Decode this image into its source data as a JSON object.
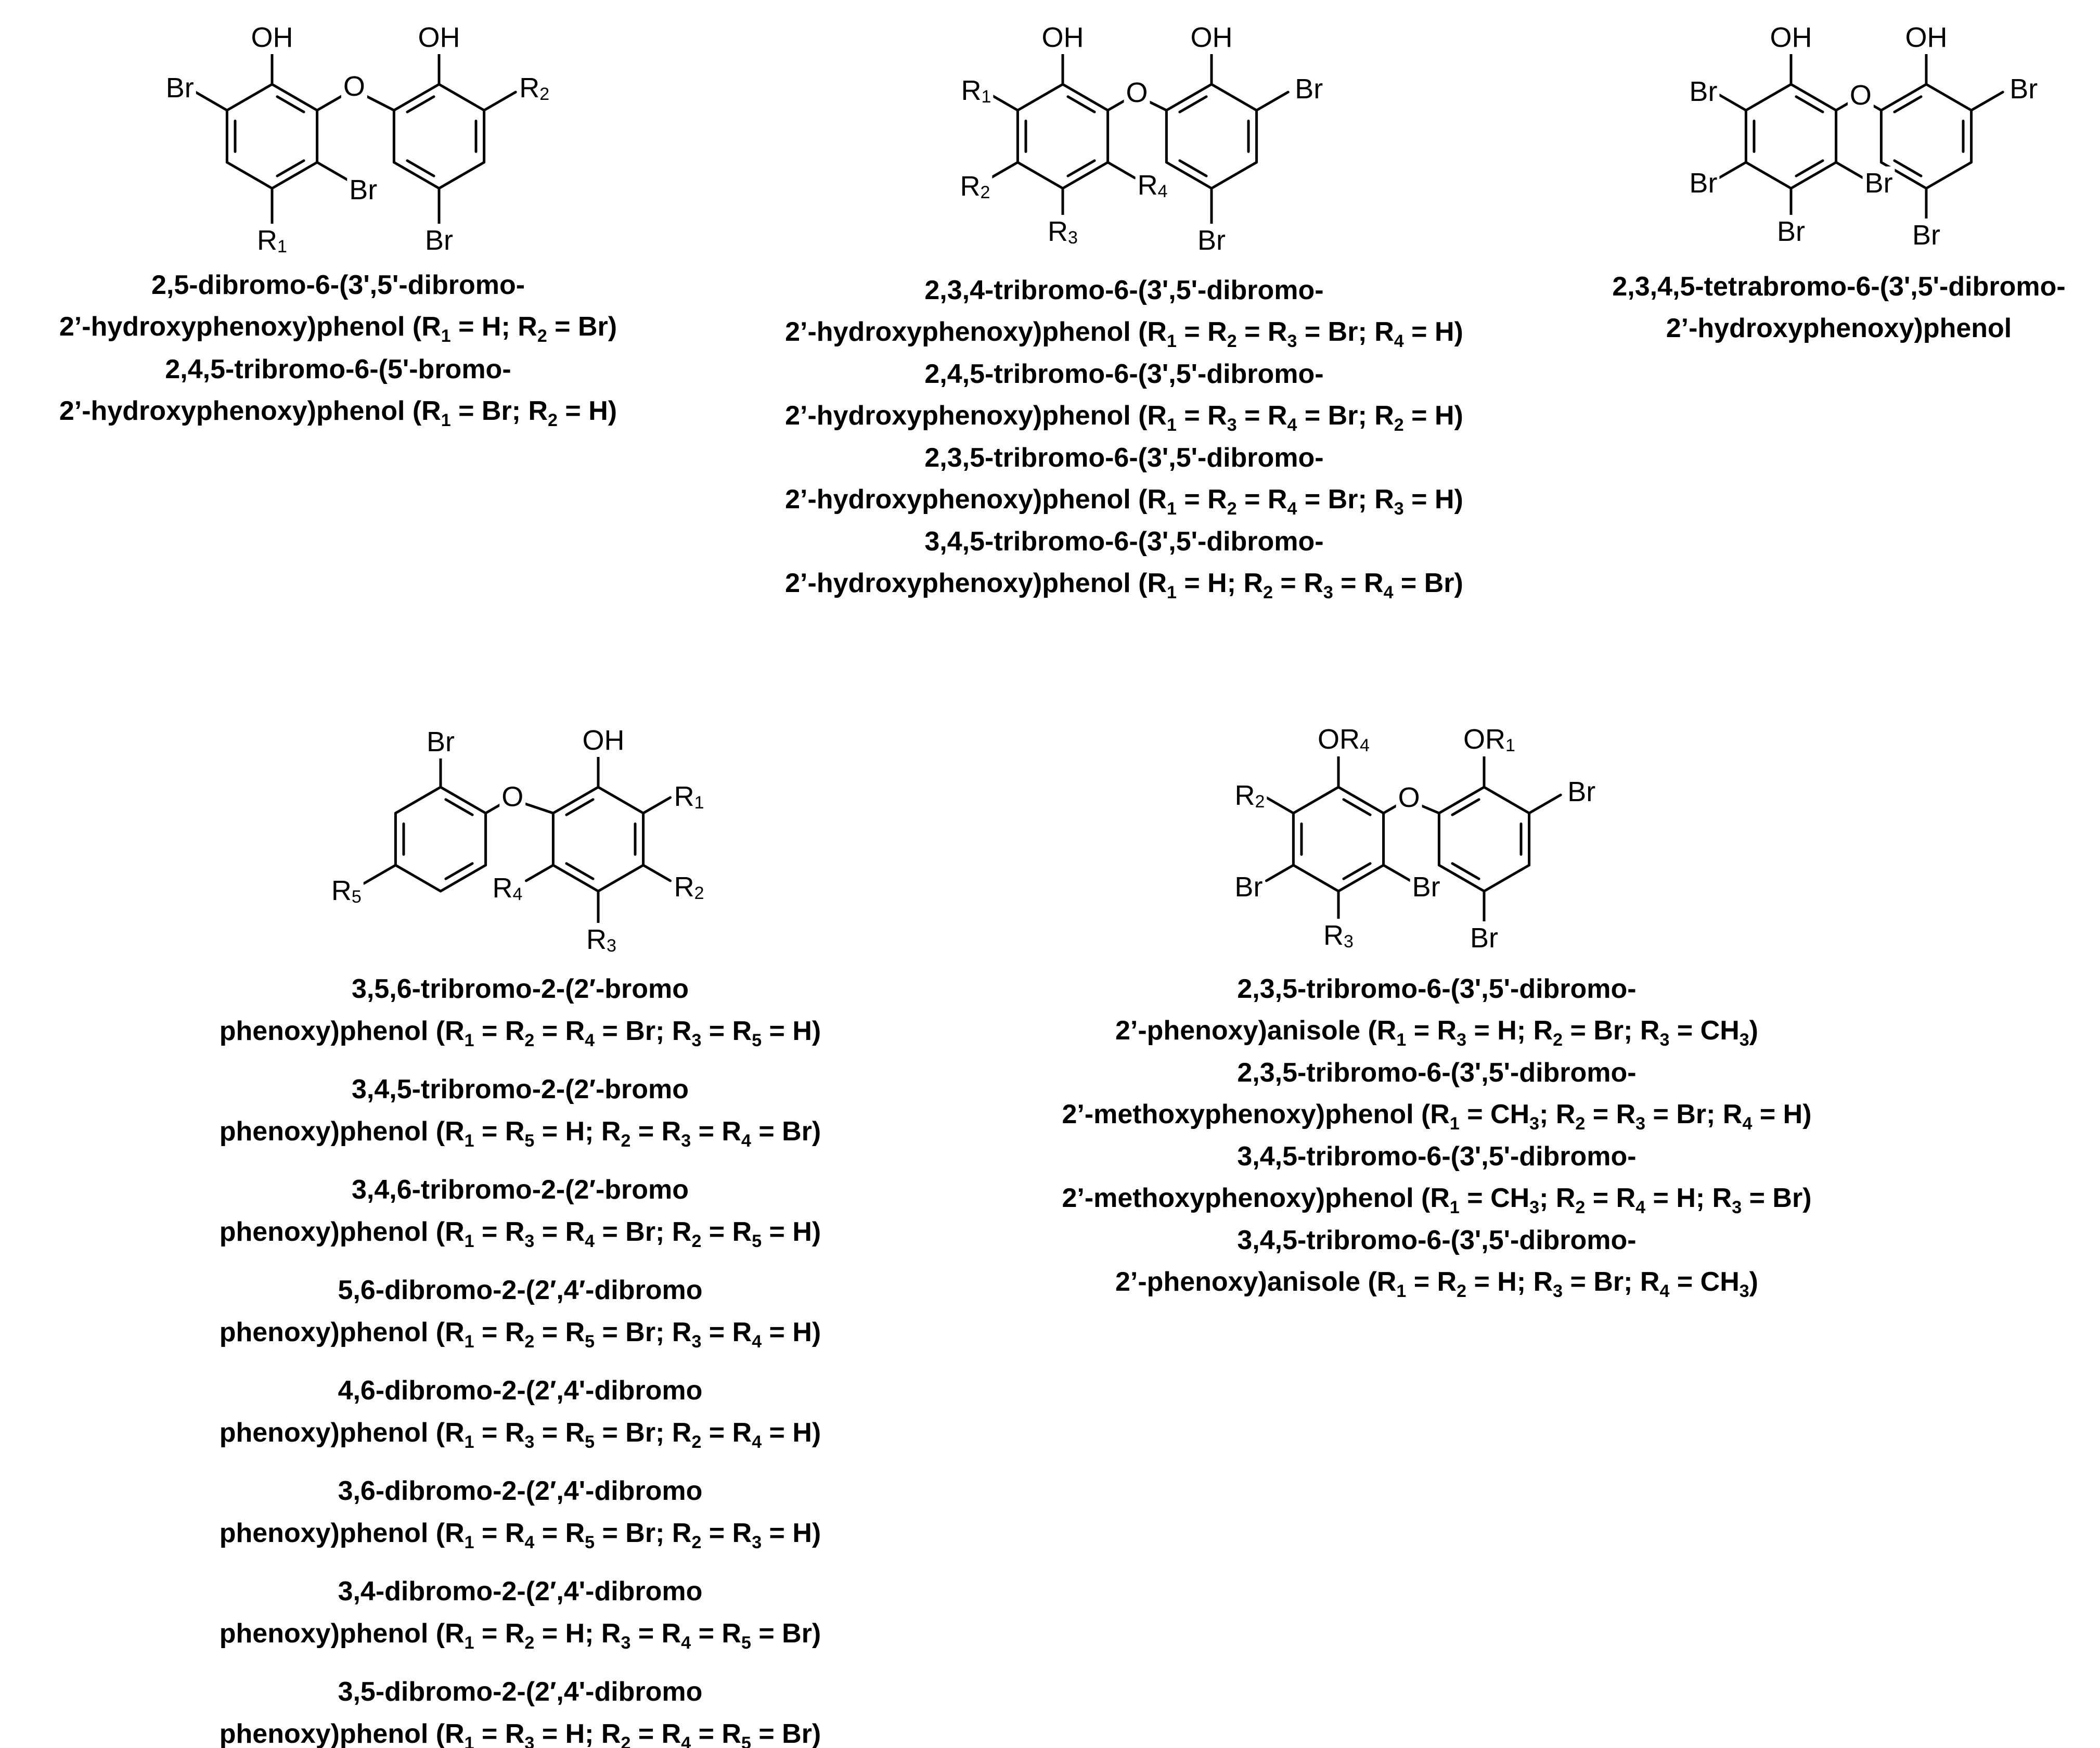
{
  "structures": [
    {
      "id": "s1",
      "atom_labels": {
        "oh1": "OH",
        "oh2": "OH",
        "o": "O",
        "br_a": "Br",
        "br_b": "Br",
        "br_c": "Br",
        "r1": "R1",
        "r2": "R2"
      },
      "captions": [
        [
          "2,5-dibromo-6-(3',5'-dibromo-",
          "2’-hydroxyphenoxy)phenol (R1 = H; R2 = Br)"
        ],
        [
          "2,4,5-tribromo-6-(5'-bromo-",
          "2’-hydroxyphenoxy)phenol (R1 = Br; R2 = H)"
        ]
      ]
    },
    {
      "id": "s2",
      "atom_labels": {
        "oh1": "OH",
        "oh2": "OH",
        "o": "O",
        "br_a": "Br",
        "br_b": "Br",
        "r1": "R1",
        "r2": "R2",
        "r3": "R3",
        "r4": "R4"
      },
      "captions": [
        [
          "2,3,4-tribromo-6-(3',5'-dibromo-",
          "2’-hydroxyphenoxy)phenol (R1 = R2 = R3 = Br; R4 = H)"
        ],
        [
          "2,4,5-tribromo-6-(3',5'-dibromo-",
          "2’-hydroxyphenoxy)phenol  (R1 = R3 = R4 = Br; R2 = H)"
        ],
        [
          "2,3,5-tribromo-6-(3',5'-dibromo-",
          "2’-hydroxyphenoxy)phenol (R1 = R2 = R4 = Br; R3 = H)"
        ],
        [
          "3,4,5-tribromo-6-(3',5'-dibromo-",
          "2’-hydroxyphenoxy)phenol (R1 = H; R2 = R3 = R4 = Br)"
        ]
      ]
    },
    {
      "id": "s3",
      "atom_labels": {
        "oh1": "OH",
        "oh2": "OH",
        "o": "O",
        "br_1": "Br",
        "br_2": "Br",
        "br_3": "Br",
        "br_4": "Br",
        "br_5": "Br",
        "br_6": "Br"
      },
      "captions": [
        [
          "2,3,4,5-tetrabromo-6-(3',5'-dibromo-",
          "2’-hydroxyphenoxy)phenol"
        ]
      ]
    },
    {
      "id": "s4",
      "atom_labels": {
        "br": "Br",
        "oh": "OH",
        "o": "O",
        "r1": "R1",
        "r2": "R2",
        "r3": "R3",
        "r4": "R4",
        "r5": "R5"
      },
      "captions": [
        [
          "3,5,6-tribromo-2-(2′-bromo",
          "phenoxy)phenol (R1 = R2 = R4 = Br; R3 = R5 = H)"
        ],
        [
          "3,4,5-tribromo-2-(2′-bromo",
          "phenoxy)phenol (R1 = R5 = H; R2 = R3 = R4 = Br)"
        ],
        [
          "3,4,6-tribromo-2-(2′-bromo",
          "phenoxy)phenol  (R1 = R3 = R4 = Br; R2 = R5 = H)"
        ],
        [
          "5,6-dibromo-2-(2′,4′-dibromo",
          "phenoxy)phenol (R1 = R2 = R5 = Br; R3 = R4 = H)"
        ],
        [
          "4,6-dibromo-2-(2′,4'-dibromo",
          "phenoxy)phenol (R1 = R3 = R5 = Br; R2 = R4 = H)"
        ],
        [
          "3,6-dibromo-2-(2′,4'-dibromo",
          "phenoxy)phenol (R1 = R4 = R5 = Br; R2 = R3 = H)"
        ],
        [
          "3,4-dibromo-2-(2′,4'-dibromo",
          "phenoxy)phenol (R1 = R2 = H; R3 = R4 = R5 = Br)"
        ],
        [
          "3,5-dibromo-2-(2′,4'-dibromo",
          "phenoxy)phenol (R1 = R3 = H; R2 = R4 = R5 = Br)"
        ]
      ]
    },
    {
      "id": "s5",
      "atom_labels": {
        "or4": "OR4",
        "or1": "OR1",
        "o": "O",
        "r2": "R2",
        "r3": "R3",
        "br_a": "Br",
        "br_b": "Br",
        "br_c": "Br",
        "br_d": "Br"
      },
      "captions": [
        [
          "2,3,5-tribromo-6-(3',5'-dibromo-",
          "2’-phenoxy)anisole  (R1 = R3 = H; R2 = Br;  R3 = CH3)"
        ],
        [
          "2,3,5-tribromo-6-(3',5'-dibromo-",
          "2’-methoxyphenoxy)phenol  (R1 = CH3; R2 = R3 = Br; R4 = H)"
        ],
        [
          "3,4,5-tribromo-6-(3',5'-dibromo-",
          "2’-methoxyphenoxy)phenol  (R1 = CH3; R2 = R4 = H; R3 = Br)"
        ],
        [
          "3,4,5-tribromo-6-(3',5'-dibromo-",
          "2’-phenoxy)anisole (R1 = R2 = H; R3 = Br; R4 = CH3)"
        ]
      ]
    }
  ]
}
